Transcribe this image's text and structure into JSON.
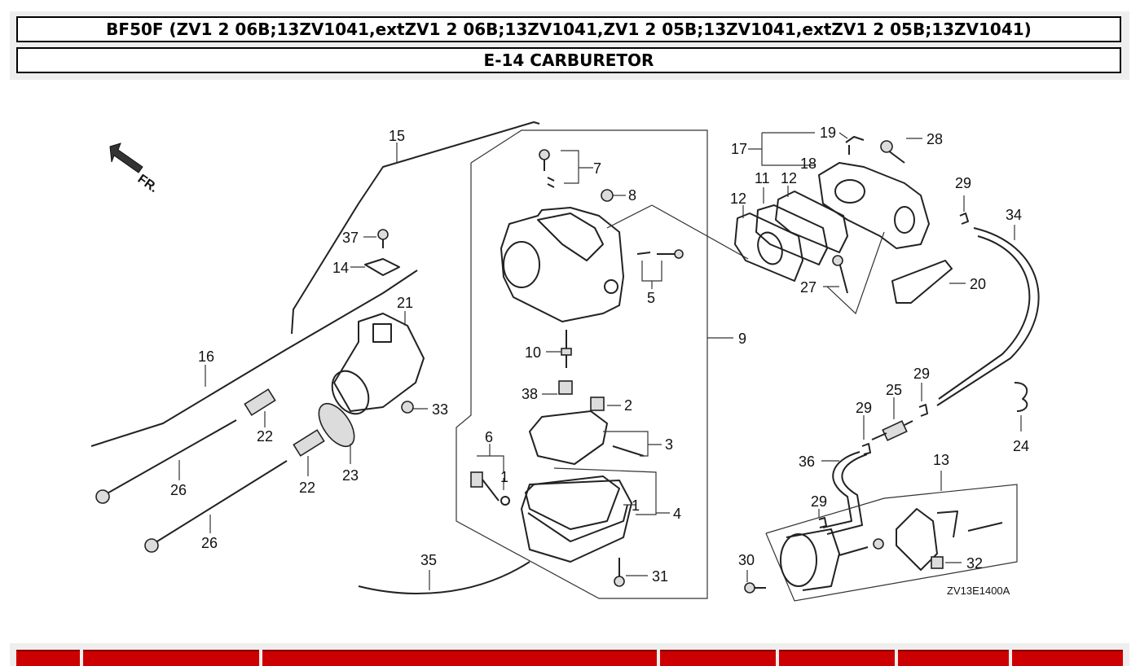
{
  "header": {
    "model_title": "BF50F (ZV1 2 06B;13ZV1041,extZV1 2 06B;13ZV1041,ZV1 2 05B;13ZV1041,extZV1 2 05B;13ZV1041)",
    "section_title": "E-14 CARBURETOR"
  },
  "diagram": {
    "direction_mark": "FR.",
    "image_code": "ZV13E1400A",
    "callouts": {
      "c1a": "1",
      "c1b": "1",
      "c2": "2",
      "c3": "3",
      "c4": "4",
      "c5": "5",
      "c6": "6",
      "c7": "7",
      "c8": "8",
      "c9": "9",
      "c10": "10",
      "c11": "11",
      "c12a": "12",
      "c12b": "12",
      "c13": "13",
      "c14": "14",
      "c15": "15",
      "c16": "16",
      "c17": "17",
      "c18": "18",
      "c19": "19",
      "c20": "20",
      "c21": "21",
      "c22a": "22",
      "c22b": "22",
      "c23": "23",
      "c24": "24",
      "c25": "25",
      "c26a": "26",
      "c26b": "26",
      "c27": "27",
      "c28": "28",
      "c29a": "29",
      "c29b": "29",
      "c29c": "29",
      "c29d": "29",
      "c30": "30",
      "c31": "31",
      "c32": "32",
      "c33": "33",
      "c34": "34",
      "c35": "35",
      "c36": "36",
      "c37": "37",
      "c38": "38"
    }
  },
  "colors": {
    "table_header": "#cc0000",
    "header_band": "#eeeeee"
  }
}
